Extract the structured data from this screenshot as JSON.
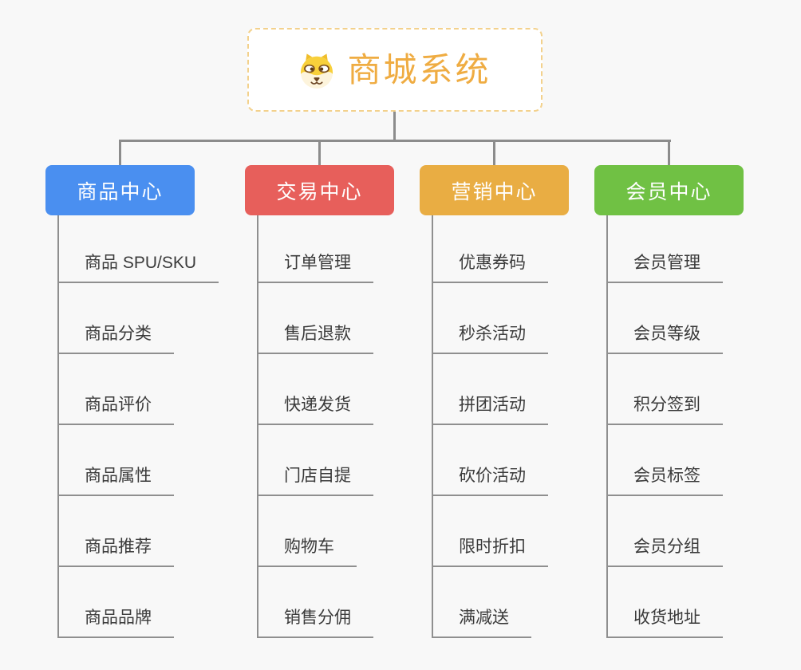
{
  "page": {
    "background_color": "#f8f8f8",
    "connector_color": "#8c8c8c"
  },
  "root": {
    "title": "商城系统",
    "icon": "dog-face-icon",
    "title_color": "#efac42",
    "border_color": "#f3d18c"
  },
  "branches": [
    {
      "label": "商品中心",
      "color": "#4a8ff0",
      "items": [
        "商品 SPU/SKU",
        "商品分类",
        "商品评价",
        "商品属性",
        "商品推荐",
        "商品品牌"
      ]
    },
    {
      "label": "交易中心",
      "color": "#e75f5b",
      "items": [
        "订单管理",
        "售后退款",
        "快递发货",
        "门店自提",
        "购物车",
        "销售分佣"
      ]
    },
    {
      "label": "营销中心",
      "color": "#e9ad43",
      "items": [
        "优惠券码",
        "秒杀活动",
        "拼团活动",
        "砍价活动",
        "限时折扣",
        "满减送"
      ]
    },
    {
      "label": "会员中心",
      "color": "#70c144",
      "items": [
        "会员管理",
        "会员等级",
        "积分签到",
        "会员标签",
        "会员分组",
        "收货地址"
      ]
    }
  ]
}
